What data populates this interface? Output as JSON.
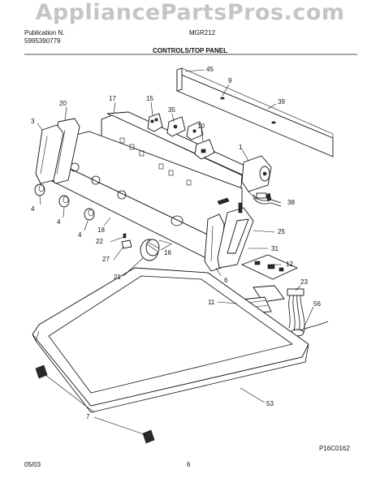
{
  "header": {
    "brand": "Publication N.",
    "pub_number": "5995390779",
    "model": "MGR212",
    "section_title": "CONTROLS/TOP PANEL"
  },
  "watermark": "AppliancePartsPros.com",
  "footer": {
    "date": "05/03",
    "page": "6",
    "figure_code": "P16C0162"
  },
  "callouts": {
    "c45": "45",
    "c9": "9",
    "c39": "39",
    "c20": "20",
    "c17": "17",
    "c15": "15",
    "c35": "35",
    "c3": "3",
    "c10": "10",
    "c1": "1",
    "c4a": "4",
    "c4b": "4",
    "c4c": "4",
    "c18": "18",
    "c38": "38",
    "c22": "22",
    "c25": "25",
    "c27": "27",
    "c16": "16",
    "c31": "31",
    "c21": "21",
    "c6": "6",
    "c12": "12",
    "c23": "23",
    "c11": "11",
    "c56": "56",
    "c53": "53",
    "c7": "7"
  }
}
